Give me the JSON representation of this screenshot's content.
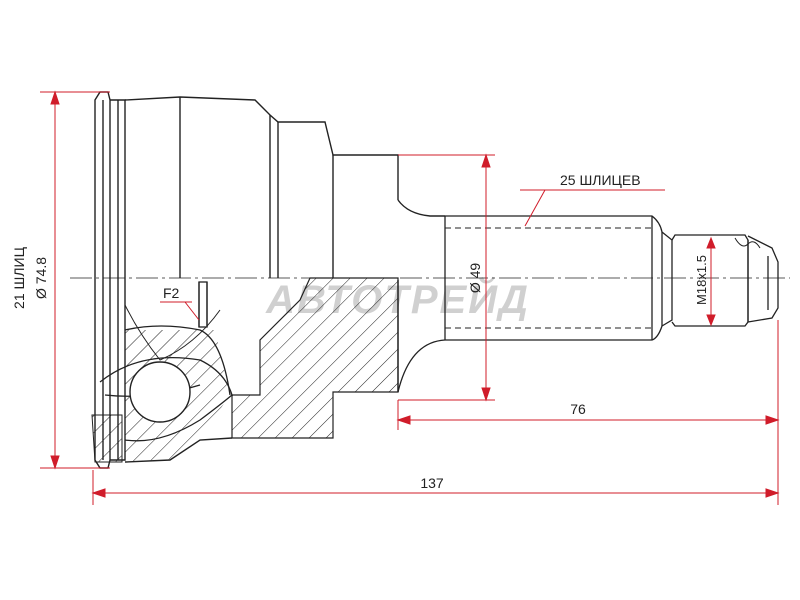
{
  "labels": {
    "splines_outer": "21 ШЛИЦ",
    "diameter_outer": "Ø 74.8",
    "f2": "F2",
    "splines_shaft": "25 ШЛИЦЕВ",
    "diameter_shaft": "Ø 49",
    "thread": "M18x1.5",
    "length_shaft": "76",
    "length_total": "137"
  },
  "watermark": "АВТОТРЕЙД",
  "colors": {
    "line": "#222222",
    "dimension": "#d01c2a",
    "watermark": "#cccccc",
    "background": "#ffffff"
  }
}
